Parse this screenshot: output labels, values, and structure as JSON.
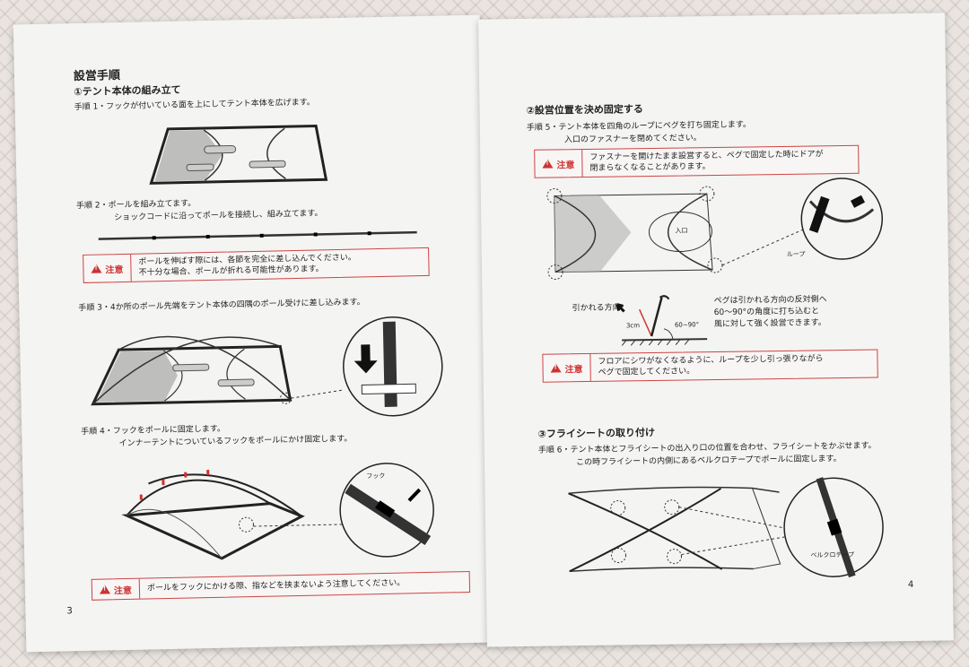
{
  "left_page": {
    "title": "設営手順",
    "section1": "①テント本体の組み立て",
    "step1": "手順 1・フックが付いている面を上にしてテント本体を広げます。",
    "step2_line1": "手順 2・ポールを組み立てます。",
    "step2_line2": "ショックコードに沿ってポールを接続し、組み立てます。",
    "caution1_label": "注意",
    "caution1_line1": "ポールを伸ばす際には、各節を完全に差し込んでください。",
    "caution1_line2": "不十分な場合、ポールが折れる可能性があります。",
    "step3": "手順 3・4か所のポール先端をテント本体の四隅のポール受けに差し込みます。",
    "step4_line1": "手順 4・フックをポールに固定します。",
    "step4_line2": "インナーテントについているフックをポールにかけ固定します。",
    "hook_label": "フック",
    "caution2_label": "注意",
    "caution2_line1": "ポールをフックにかける際、指などを挟まないよう注意してください。",
    "page_number": "3"
  },
  "right_page": {
    "section2": "②設営位置を決め固定する",
    "step5_line1": "手順 5・テント本体を四角のループにペグを打ち固定します。",
    "step5_line2": "入口のファスナーを閉めてください。",
    "caution3_label": "注意",
    "caution3_line1": "ファスナーを開けたまま設営すると、ペグで固定した時にドアが",
    "caution3_line2": "閉まらなくなることがあります。",
    "entrance_label": "入口",
    "loop_label": "ループ",
    "pull_direction_label": "引かれる方向",
    "depth_label": "3cm",
    "angle_label": "60~90°",
    "peg_note_line1": "ペグは引かれる方向の反対側へ",
    "peg_note_line2": "60～90°の角度に打ち込むと",
    "peg_note_line3": "風に対して強く設営できます。",
    "caution4_label": "注意",
    "caution4_line1": "フロアにシワがなくなるように、ループを少し引っ張りながら",
    "caution4_line2": "ペグで固定してください。",
    "section3": "③フライシートの取り付け",
    "step6_line1": "手順 6・テント本体とフライシートの出入り口の位置を合わせ、フライシートをかぶせます。",
    "step6_line2": "この時フライシートの内側にあるベルクロテープでポールに固定します。",
    "velcro_label": "ベルクロテープ",
    "page_number": "4"
  }
}
